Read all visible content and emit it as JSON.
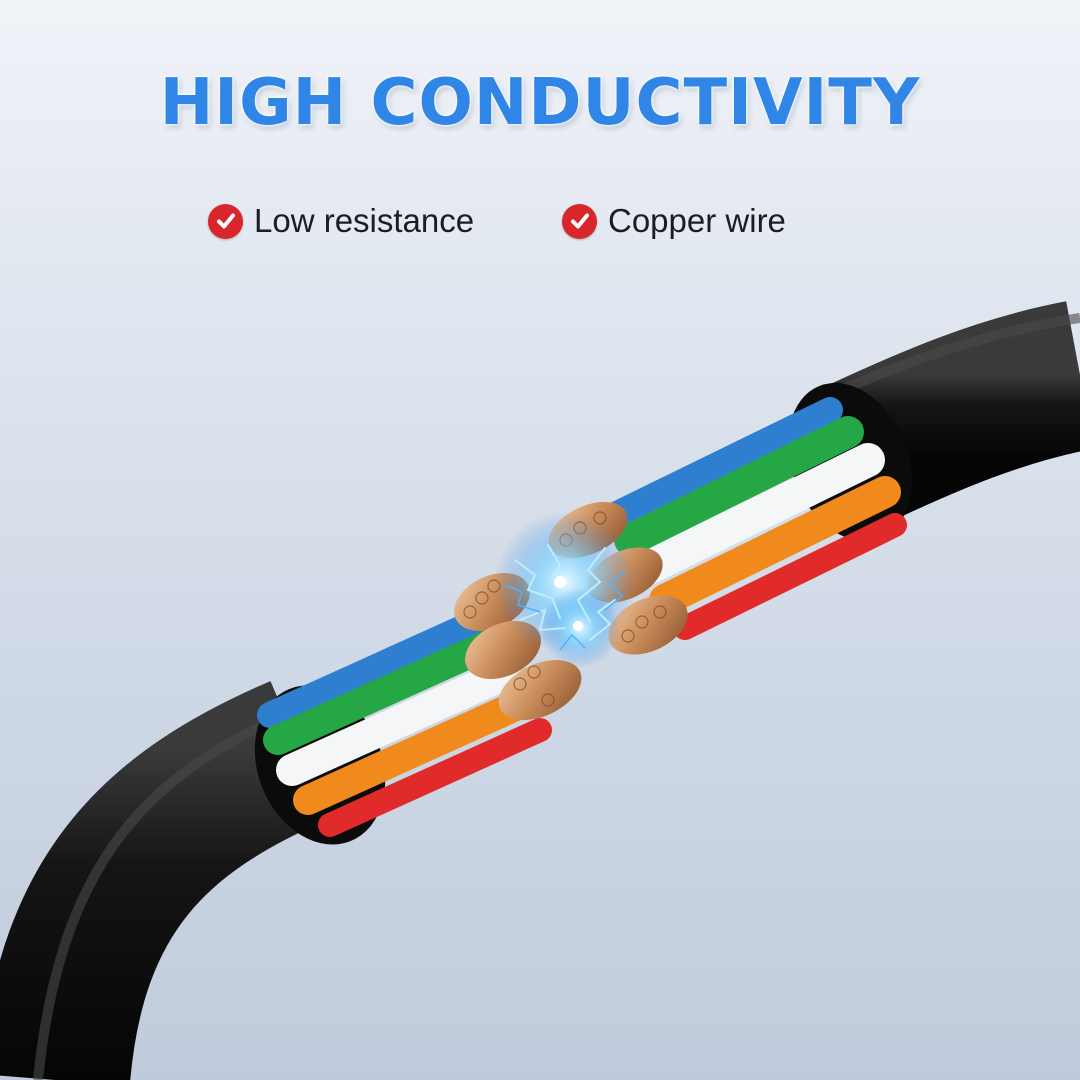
{
  "headline": "HIGH CONDUCTIVITY",
  "features": [
    {
      "label": "Low resistance",
      "icon": "check-circle-icon"
    },
    {
      "label": "Copper wire",
      "icon": "check-circle-icon"
    }
  ],
  "colors": {
    "headline": "#2f86e6",
    "check": "#d9262c",
    "jacket": "#111111",
    "wire_blue": "#2f7fd0",
    "wire_green": "#25a745",
    "wire_white": "#f4f6f8",
    "wire_orange": "#f08a1c",
    "wire_red": "#e12a2a",
    "copper": "#c98a58",
    "spark": "#7fd3ff"
  }
}
